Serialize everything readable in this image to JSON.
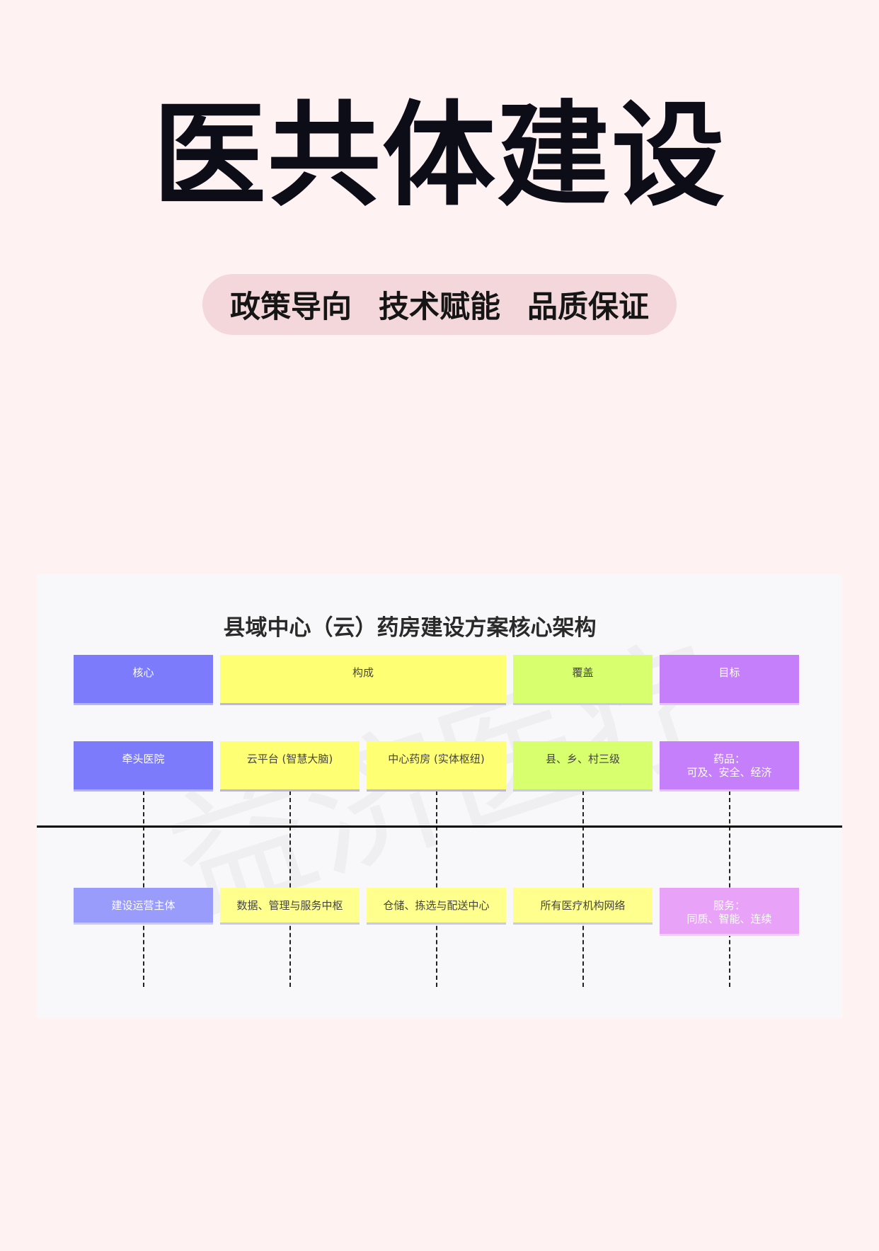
{
  "title": "医共体建设",
  "tagline": [
    "政策导向",
    "技术赋能",
    "品质保证"
  ],
  "diagram": {
    "title": "县域中心（云）药房建设方案核心架构",
    "headers": [
      "核心",
      "构成",
      "覆盖",
      "目标"
    ],
    "row1": [
      "牵头医院",
      "云平台 (智慧大脑)",
      "中心药房 (实体枢纽)",
      "县、乡、村三级",
      "药品：",
      "可及、安全、经济"
    ],
    "row2": [
      "建设运营主体",
      "数据、管理与服务中枢",
      "仓储、拣选与配送中心",
      "所有医疗机构网络",
      "服务：",
      "同质、智能、连续"
    ],
    "watermark": "益济医疗"
  }
}
